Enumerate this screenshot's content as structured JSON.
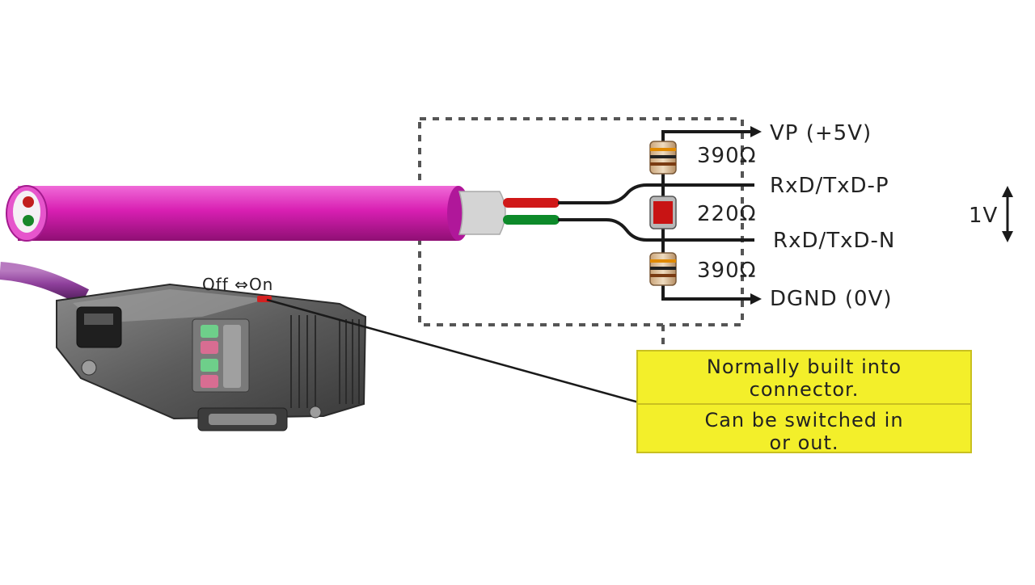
{
  "labels": {
    "vp": "VP (+5V)",
    "r_top": "390Ω",
    "rxd_p": "RxD/TxD-P",
    "r_mid": "220Ω",
    "rxd_n": "RxD/TxD-N",
    "r_bot": "390Ω",
    "dgnd": "DGND (0V)",
    "voltage": "1V",
    "switch": "Off ⇔On"
  },
  "note": {
    "line1": "Normally built into",
    "line2": "connector.",
    "line3": "Can be switched in",
    "line4": "or out."
  },
  "colors": {
    "cable": "#d61bb0",
    "wire_red": "#d01818",
    "wire_green": "#0d8a2a",
    "note_bg": "#f3ef2a"
  }
}
